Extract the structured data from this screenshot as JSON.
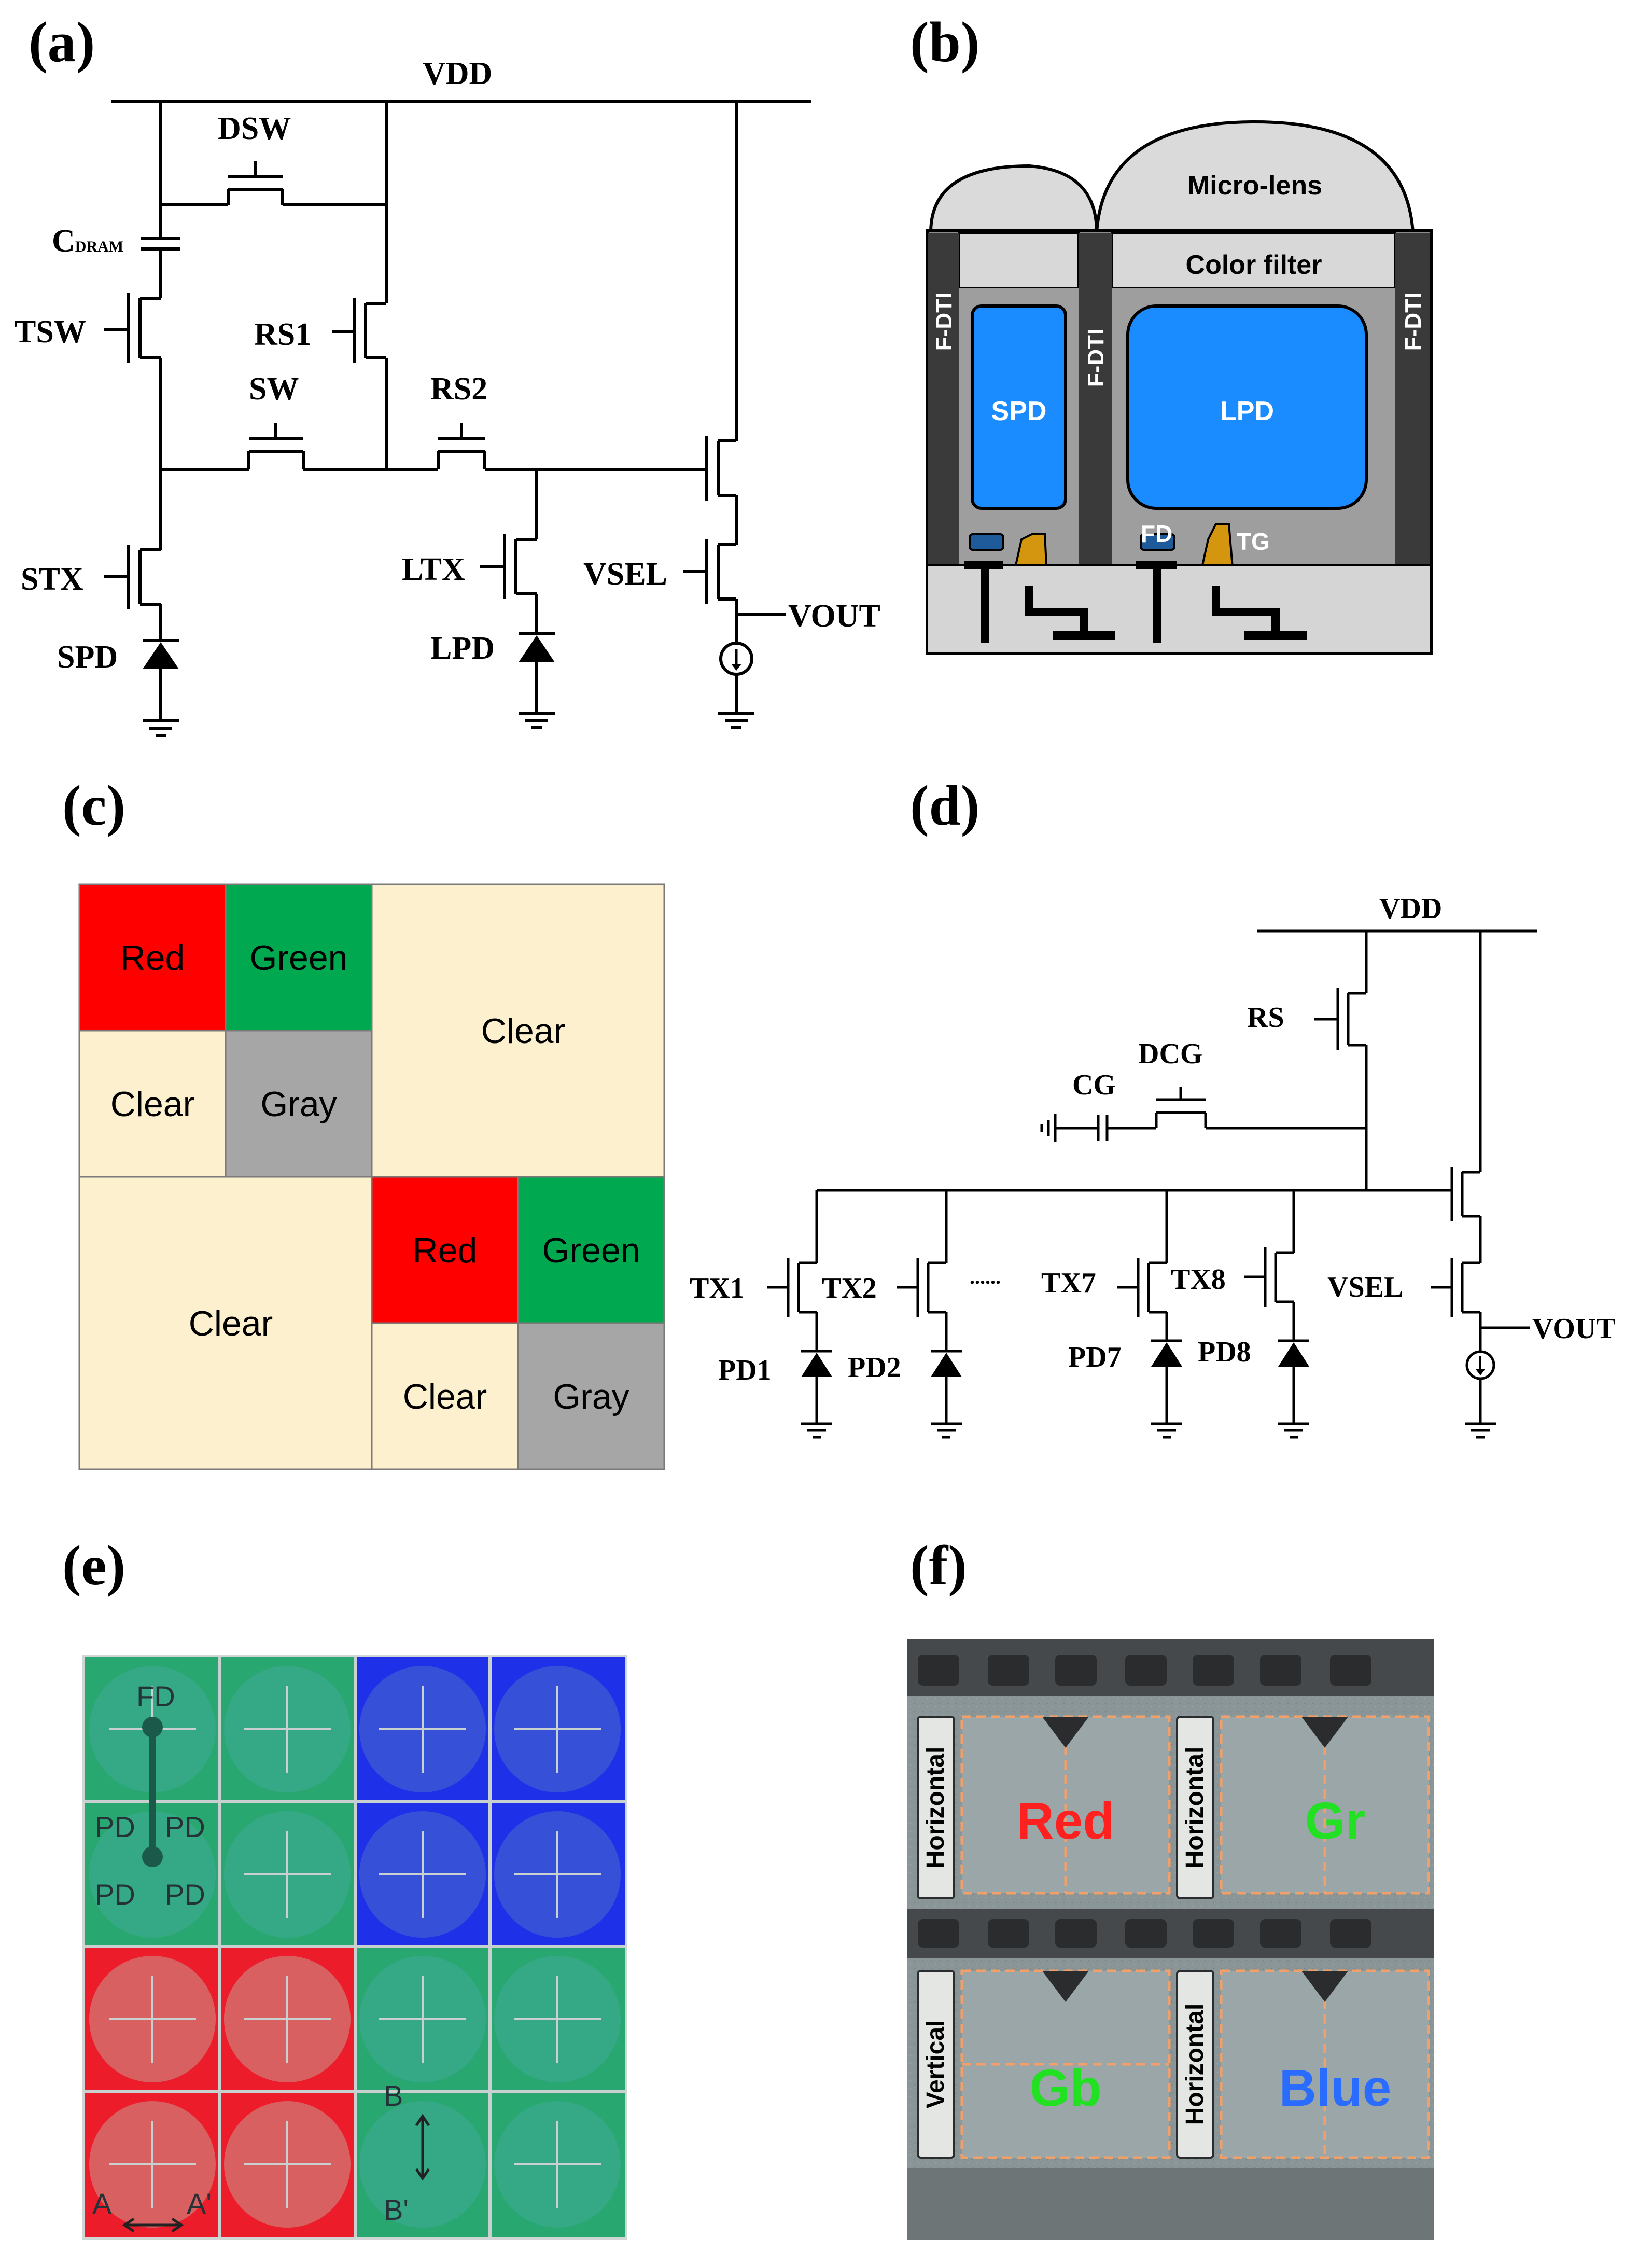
{
  "panels": {
    "a": {
      "label": "(a)",
      "vdd": "VDD",
      "dsw": "DSW",
      "cdram_main": "C",
      "cdram_sub": "DRAM",
      "tsw": "TSW",
      "rs1": "RS1",
      "sw": "SW",
      "rs2": "RS2",
      "stx": "STX",
      "ltx": "LTX",
      "vsel": "VSEL",
      "vout": "VOUT",
      "spd": "SPD",
      "lpd": "LPD"
    },
    "b": {
      "label": "(b)",
      "microlens": "Micro-lens",
      "color_filter": "Color filter",
      "fdti": "F-DTI",
      "spd": "SPD",
      "lpd": "LPD",
      "fd": "FD",
      "tg": "TG",
      "colors": {
        "photodiode": "#1a8cff",
        "gate": "#d4960f",
        "fd": "#1f5a9a",
        "wall": "#3a3a3a"
      }
    },
    "c": {
      "label": "(c)",
      "cells": {
        "red1": "Red",
        "green1": "Green",
        "clear1": "Clear",
        "gray1": "Gray",
        "clear_big1": "Clear",
        "clear_big2": "Clear",
        "red2": "Red",
        "green2": "Green",
        "clear2": "Clear",
        "gray2": "Gray"
      },
      "colors": {
        "red": "#ff0000",
        "green": "#00a84f",
        "clear": "#fdf0cf",
        "gray": "#a6a6a6"
      }
    },
    "d": {
      "label": "(d)",
      "vdd": "VDD",
      "rs": "RS",
      "dcg": "DCG",
      "cg": "CG",
      "tx1": "TX1",
      "tx2": "TX2",
      "tx7": "TX7",
      "tx8": "TX8",
      "dots": "......",
      "vsel": "VSEL",
      "vout": "VOUT",
      "pd1": "PD1",
      "pd2": "PD2",
      "pd7": "PD7",
      "pd8": "PD8"
    },
    "e": {
      "label": "(e)",
      "fd": "FD",
      "pd": "PD",
      "a": "A",
      "a_prime": "A'",
      "b": "B",
      "b_prime": "B'",
      "colors": {
        "green": "#2fb082",
        "blue": "#2840e0",
        "red": "#e05a5a"
      }
    },
    "f": {
      "label": "(f)",
      "red": "Red",
      "gr": "Gr",
      "gb": "Gb",
      "blue": "Blue",
      "horizontal": "Horizontal",
      "vertical": "Vertical",
      "colors": {
        "red": "#ff2020",
        "green": "#22e022",
        "blue": "#2a6cff"
      }
    }
  }
}
